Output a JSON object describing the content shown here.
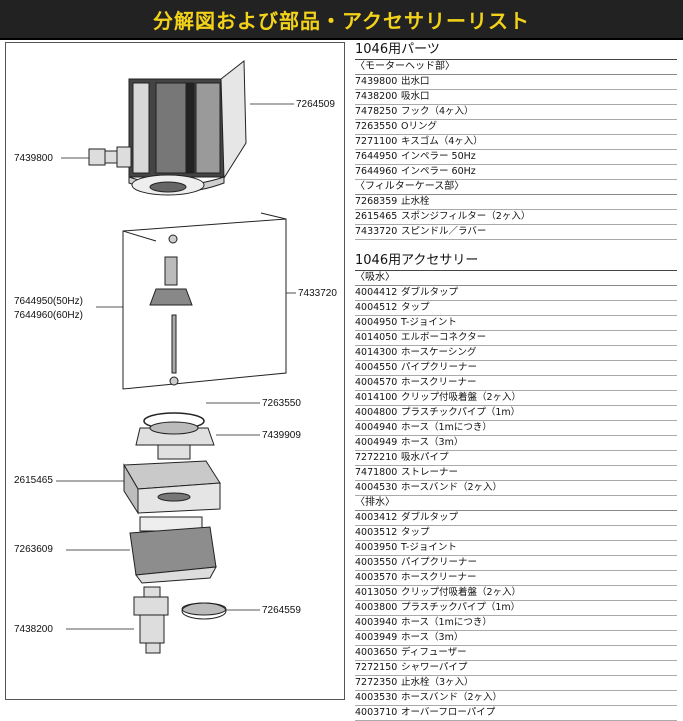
{
  "title": "分解図および部品・アクセサリーリスト",
  "diagram_labels": {
    "motor_head": "7264509",
    "outlet": "7439800",
    "impeller": "7644950(50Hz)",
    "impeller_60": "7644960(60Hz)",
    "spindle": "7433720",
    "oring": "7263550",
    "filter_top": "7439909",
    "sponge": "2615465",
    "filter_case": "7263609",
    "intake": "7438200",
    "stopper": "7264559"
  },
  "parts": {
    "title": "1046用パーツ",
    "groups": [
      {
        "name": "〈モーターヘッド部〉",
        "items": [
          {
            "code": "7439800",
            "name": "出水口"
          },
          {
            "code": "7438200",
            "name": "吸水口"
          },
          {
            "code": "7478250",
            "name": "フック（4ヶ入）"
          },
          {
            "code": "7263550",
            "name": "Oリング"
          },
          {
            "code": "7271100",
            "name": "キスゴム（4ヶ入）"
          },
          {
            "code": "7644950",
            "name": "インペラー 50Hz"
          },
          {
            "code": "7644960",
            "name": "インペラー 60Hz"
          }
        ]
      },
      {
        "name": "〈フィルターケース部〉",
        "items": [
          {
            "code": "7268359",
            "name": "止水栓"
          },
          {
            "code": "2615465",
            "name": "スポンジフィルター（2ヶ入）"
          },
          {
            "code": "7433720",
            "name": "スピンドル／ラバー"
          }
        ]
      }
    ]
  },
  "accessories": {
    "title": "1046用アクセサリー",
    "groups": [
      {
        "name": "〈吸水〉",
        "items": [
          {
            "code": "4004412",
            "name": "ダブルタップ"
          },
          {
            "code": "4004512",
            "name": "タップ"
          },
          {
            "code": "4004950",
            "name": "T-ジョイント"
          },
          {
            "code": "4014050",
            "name": "エルボーコネクター"
          },
          {
            "code": "4014300",
            "name": "ホースケーシング"
          },
          {
            "code": "4004550",
            "name": "パイプクリーナー"
          },
          {
            "code": "4004570",
            "name": "ホースクリーナー"
          },
          {
            "code": "4014100",
            "name": "クリップ付吸着盤（2ヶ入）"
          },
          {
            "code": "4004800",
            "name": "プラスチックパイプ（1m）"
          },
          {
            "code": "4004940",
            "name": "ホース（1mにつき）"
          },
          {
            "code": "4004949",
            "name": "ホース（3m）"
          },
          {
            "code": "7272210",
            "name": "吸水パイプ"
          },
          {
            "code": "7471800",
            "name": "ストレーナー"
          },
          {
            "code": "4004530",
            "name": "ホースバンド（2ヶ入）"
          }
        ]
      },
      {
        "name": "〈排水〉",
        "items": [
          {
            "code": "4003412",
            "name": "ダブルタップ"
          },
          {
            "code": "4003512",
            "name": "タップ"
          },
          {
            "code": "4003950",
            "name": "T-ジョイント"
          },
          {
            "code": "4003550",
            "name": "パイプクリーナー"
          },
          {
            "code": "4003570",
            "name": "ホースクリーナー"
          },
          {
            "code": "4013050",
            "name": "クリップ付吸着盤（2ヶ入）"
          },
          {
            "code": "4003800",
            "name": "プラスチックパイプ（1m）"
          },
          {
            "code": "4003940",
            "name": "ホース（1mにつき）"
          },
          {
            "code": "4003949",
            "name": "ホース（3m）"
          },
          {
            "code": "4003650",
            "name": "ディフューザー"
          },
          {
            "code": "7272150",
            "name": "シャワーパイプ"
          },
          {
            "code": "7272350",
            "name": "止水栓（3ヶ入）"
          },
          {
            "code": "4003530",
            "name": "ホースバンド（2ヶ入）"
          },
          {
            "code": "4003710",
            "name": "オーバーフローパイプ"
          }
        ]
      }
    ]
  }
}
